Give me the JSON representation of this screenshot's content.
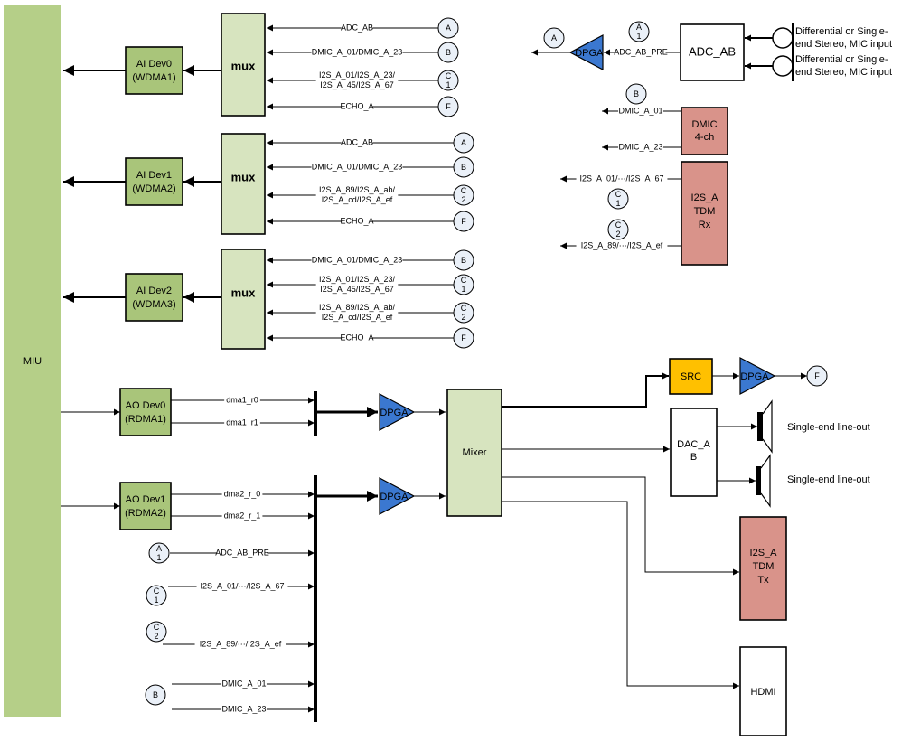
{
  "colors": {
    "miu": "#b5cf88",
    "dev_box": "#a9c57a",
    "mux_box": "#d7e4bf",
    "mixer_box": "#d7e4bf",
    "pink_box": "#d9938a",
    "src_box": "#ffc000",
    "dpga": "#3b78d0",
    "tag_fill": "#eaf0f8"
  },
  "miu": {
    "label": "MIU"
  },
  "ai_devs": [
    {
      "name": "AI Dev0",
      "dma": "(WDMA1)",
      "mux": "mux",
      "inputs": [
        {
          "label": [
            "ADC_AB"
          ],
          "tag": [
            "A"
          ]
        },
        {
          "label": [
            "DMIC_A_01/DMIC_A_23"
          ],
          "tag": [
            "B"
          ]
        },
        {
          "label": [
            "I2S_A_01/I2S_A_23/",
            "I2S_A_45/I2S_A_67"
          ],
          "tag": [
            "C",
            "1"
          ]
        },
        {
          "label": [
            "ECHO_A"
          ],
          "tag": [
            "F"
          ]
        }
      ]
    },
    {
      "name": "AI Dev1",
      "dma": "(WDMA2)",
      "mux": "mux",
      "inputs": [
        {
          "label": [
            "ADC_AB"
          ],
          "tag": [
            "A"
          ]
        },
        {
          "label": [
            "DMIC_A_01/DMIC_A_23"
          ],
          "tag": [
            "B"
          ]
        },
        {
          "label": [
            "I2S_A_89/I2S_A_ab/",
            "I2S_A_cd/I2S_A_ef"
          ],
          "tag": [
            "C",
            "2"
          ]
        },
        {
          "label": [
            "ECHO_A"
          ],
          "tag": [
            "F"
          ]
        }
      ]
    },
    {
      "name": "AI Dev2",
      "dma": "(WDMA3)",
      "mux": "mux",
      "inputs": [
        {
          "label": [
            "DMIC_A_01/DMIC_A_23"
          ],
          "tag": [
            "B"
          ]
        },
        {
          "label": [
            "I2S_A_01/I2S_A_23/",
            "I2S_A_45/I2S_A_67"
          ],
          "tag": [
            "C",
            "1"
          ]
        },
        {
          "label": [
            "I2S_A_89/I2S_A_ab/",
            "I2S_A_cd/I2S_A_ef"
          ],
          "tag": [
            "C",
            "2"
          ]
        },
        {
          "label": [
            "ECHO_A"
          ],
          "tag": [
            "F"
          ]
        }
      ]
    }
  ],
  "adc_section": {
    "out_tag": "A",
    "dpga": "DPGA",
    "pre_tag": [
      "A",
      "1"
    ],
    "pre_label": "ADC_AB_PRE",
    "adc": "ADC_AB",
    "inputs": [
      [
        "Differential or Single-",
        "end  Stereo, MIC input"
      ],
      [
        "Differential or Single-",
        "end  Stereo, MIC input"
      ]
    ]
  },
  "dmic_section": {
    "tag": "B",
    "block": [
      "DMIC",
      "4-ch"
    ],
    "outputs": [
      "DMIC_A_01",
      "DMIC_A_23"
    ]
  },
  "i2s_rx_section": {
    "block": [
      "I2S_A",
      "TDM",
      "Rx"
    ],
    "outputs": [
      "I2S_A_01/⋯/I2S_A_67",
      "I2S_A_89/⋯/I2S_A_ef"
    ],
    "tags": [
      [
        "C",
        "1"
      ],
      [
        "C",
        "2"
      ]
    ]
  },
  "ao_devs": [
    {
      "name": "AO Dev0",
      "dma": "(RDMA1)",
      "channels": [
        "dma1_r0",
        "dma1_r1"
      ],
      "dpga": "DPGA"
    },
    {
      "name": "AO Dev1",
      "dma": "(RDMA2)",
      "channels": [
        "dma2_r_0",
        "dma2_r_1"
      ],
      "dpga": "DPGA"
    }
  ],
  "extra_inputs": [
    {
      "tag": [
        "A",
        "1"
      ],
      "label": "ADC_AB_PRE"
    },
    {
      "tag": [
        "C",
        "1"
      ],
      "label": "I2S_A_01/⋯/I2S_A_67"
    },
    {
      "tag": [
        "C",
        "2"
      ],
      "label": "I2S_A_89/⋯/I2S_A_ef"
    },
    {
      "tag": [
        "B"
      ],
      "labels": [
        "DMIC_A_01",
        "DMIC_A_23"
      ]
    }
  ],
  "mixer": {
    "label": "Mixer"
  },
  "outputs": {
    "src": "SRC",
    "src_dpga": "DPGA",
    "src_tag": "F",
    "dac": [
      "DAC_A",
      "B"
    ],
    "lineouts": [
      "Single-end line-out",
      "Single-end line-out"
    ],
    "i2s_tx": [
      "I2S_A",
      "TDM",
      "Tx"
    ],
    "hdmi": "HDMI"
  }
}
